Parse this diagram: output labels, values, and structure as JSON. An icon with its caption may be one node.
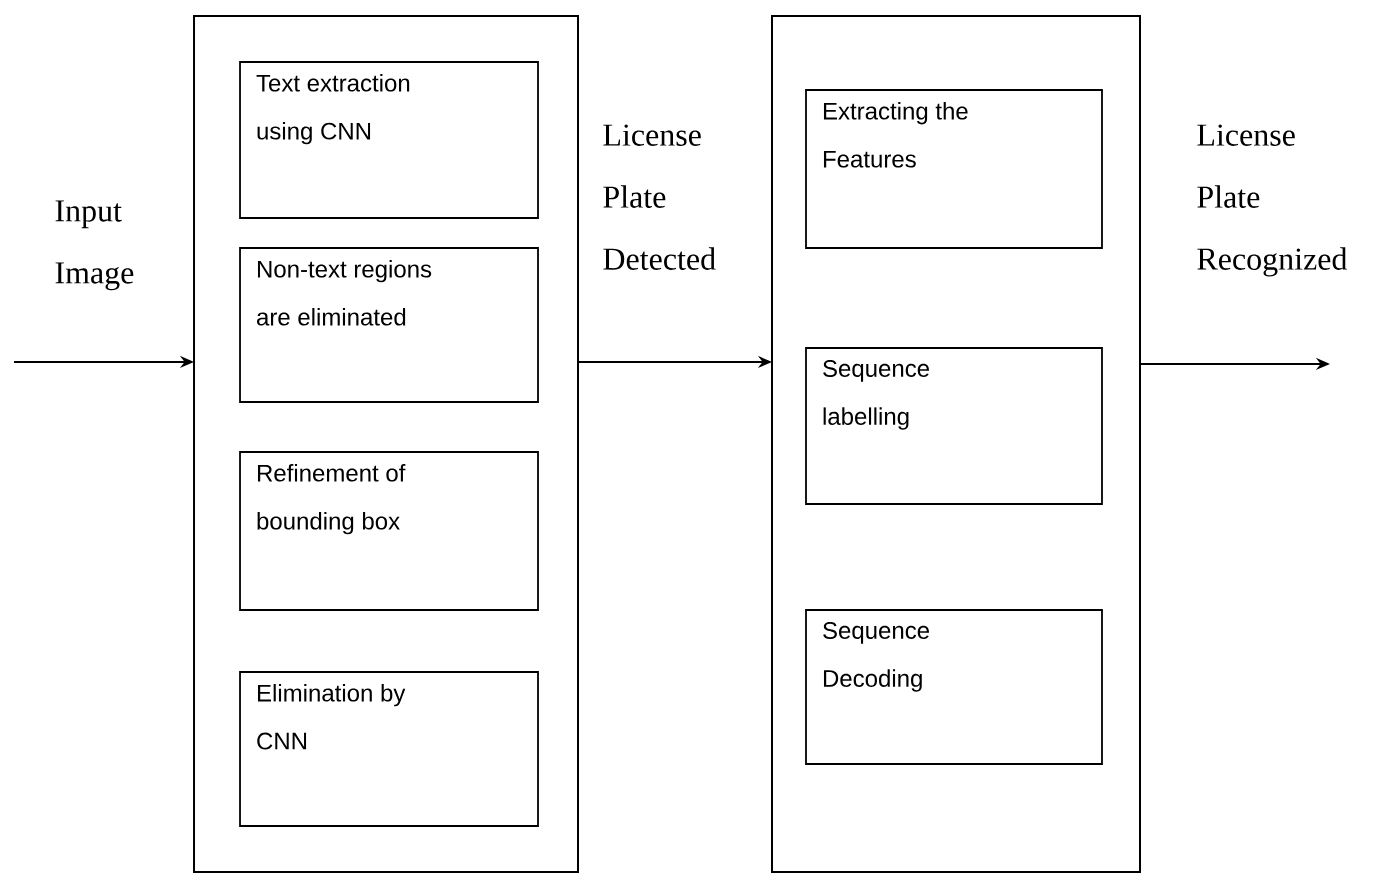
{
  "diagram": {
    "nodes": [
      {
        "text": [],
        "shape": "box"
      },
      {
        "text": [
          "Text extraction using CNN"
        ],
        "in": 0
      },
      {
        "text": [
          "Non-text regions are eliminated"
        ],
        "in": 0
      },
      {
        "text": [
          "Refinement of bounding box"
        ],
        "in": 0
      },
      {
        "text": [
          "Elimination by CNN"
        ],
        "in": 0
      },
      {
        "text": [],
        "shape": "box"
      },
      {
        "text": [
          "Extracting the Features"
        ],
        "in": 5
      },
      {
        "text": [
          "Sequence labelling"
        ],
        "in": 5
      },
      {
        "text": [
          "Sequence Decoding"
        ],
        "in": 5
      }
    ],
    "edges": [
      {
        "from": null,
        "to": 0,
        "arrow": "to",
        "label": "Input Image"
      },
      {
        "from": 0,
        "to": 5,
        "arrow": "to",
        "label": "License Plate Detected"
      },
      {
        "from": 5,
        "to": null,
        "arrow": "to",
        "label": "License Plate Recognized"
      }
    ]
  }
}
